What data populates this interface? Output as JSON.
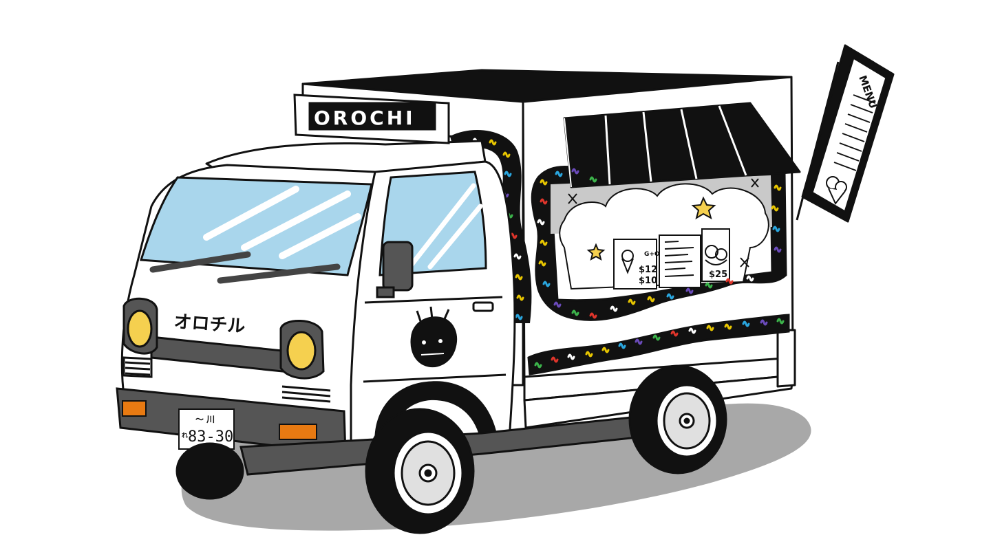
{
  "image": {
    "subject": "food-truck-illustration"
  },
  "truck": {
    "roof_sign_text": "OROCHI",
    "front_text": "オロチル",
    "plate_top": "〜 川",
    "plate_number": "83-30",
    "plate_mark": "れ"
  },
  "menu_board": {
    "heading": "MENU"
  },
  "window_menu": {
    "item_1_price": "$12",
    "item_2_price": "$10",
    "item_3_price": "$25",
    "badge_text": "G+O"
  },
  "colors": {
    "outline": "#111111",
    "truck_body": "#ffffff",
    "glass": "#a9d6ec",
    "headlight": "#f5d04f",
    "indicator": "#e87a12",
    "bumper": "#555555",
    "shadow": "#a8a8a8",
    "wave_band": "#111111",
    "confetti": [
      "#e8c600",
      "#2aa7e0",
      "#6b4bbb",
      "#3cb44b",
      "#e0352b",
      "#ffffff",
      "#e8c600"
    ]
  }
}
